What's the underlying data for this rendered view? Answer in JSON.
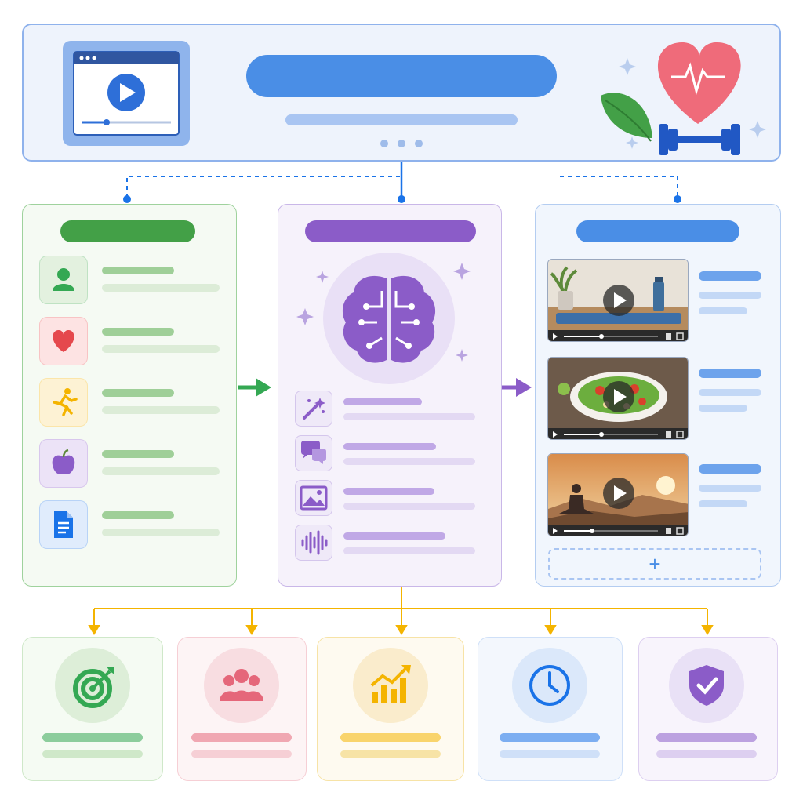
{
  "header": {
    "video_icon": "video-player-icon",
    "dots_icon": "more-dots-icon",
    "health_icons": [
      "leaf-icon",
      "heartbeat-heart-icon",
      "dumbbell-icon",
      "sparkle-icon"
    ]
  },
  "input_panel": {
    "accent": "#34a853",
    "items": [
      {
        "icon": "person-icon",
        "color": "#34a853"
      },
      {
        "icon": "heart-icon",
        "color": "#e5484d"
      },
      {
        "icon": "running-icon",
        "color": "#f4b400"
      },
      {
        "icon": "apple-icon",
        "color": "#8b5cc8"
      },
      {
        "icon": "document-icon",
        "color": "#1a73e8"
      }
    ]
  },
  "ai_panel": {
    "accent": "#8b5cc8",
    "center_icon": "ai-brain-icon",
    "items": [
      {
        "icon": "magic-wand-icon"
      },
      {
        "icon": "chat-bubbles-icon"
      },
      {
        "icon": "image-icon"
      },
      {
        "icon": "audio-waveform-icon"
      }
    ]
  },
  "video_panel": {
    "accent": "#4a8ee6",
    "videos": [
      {
        "thumbnail": "yoga-mat-thumbnail",
        "progress": 0.4
      },
      {
        "thumbnail": "salad-bowl-thumbnail",
        "progress": 0.4
      },
      {
        "thumbnail": "meditation-sunset-thumbnail",
        "progress": 0.3
      }
    ],
    "add_icon": "plus-icon",
    "add_label": "+"
  },
  "outcomes": [
    {
      "icon": "target-icon",
      "color": "#34a853"
    },
    {
      "icon": "group-icon",
      "color": "#e5677a"
    },
    {
      "icon": "growth-chart-icon",
      "color": "#f4b400"
    },
    {
      "icon": "clock-icon",
      "color": "#1a73e8"
    },
    {
      "icon": "shield-check-icon",
      "color": "#8b5cc8"
    }
  ]
}
